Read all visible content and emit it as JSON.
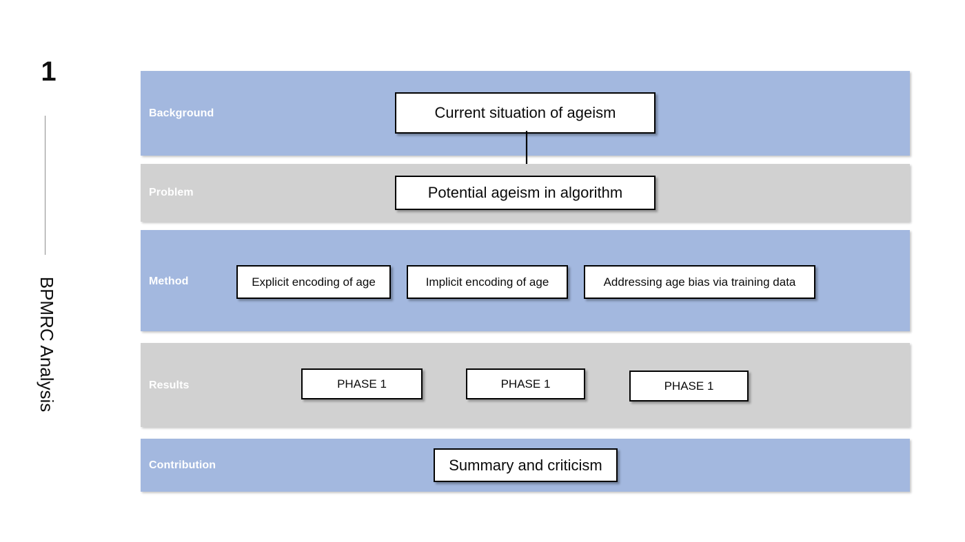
{
  "sidebar": {
    "slide_number": "1",
    "title": "BPMRC Analysis"
  },
  "colors": {
    "band_blue": "#a3b8df",
    "band_gray": "#d1d1d1",
    "box_border": "#000000",
    "box_fill": "#ffffff",
    "label_text": "#ffffff",
    "rail_line": "#8c8c8c"
  },
  "diagram_data": {
    "type": "flow-bands",
    "rows": [
      {
        "label": "Background",
        "fill": "blue",
        "boxes": [
          {
            "text": "Current situation of ageism"
          }
        ]
      },
      {
        "label": "Problem",
        "fill": "gray",
        "boxes": [
          {
            "text": "Potential ageism in algorithm"
          }
        ]
      },
      {
        "label": "Method",
        "fill": "blue",
        "boxes": [
          {
            "text": "Explicit encoding of age"
          },
          {
            "text": "Implicit encoding of age"
          },
          {
            "text": "Addressing age bias via training data"
          }
        ]
      },
      {
        "label": "Results",
        "fill": "gray",
        "boxes": [
          {
            "text": "PHASE 1"
          },
          {
            "text": "PHASE 1"
          },
          {
            "text": "PHASE 1"
          }
        ]
      },
      {
        "label": "Contribution",
        "fill": "blue",
        "boxes": [
          {
            "text": "Summary and criticism"
          }
        ]
      }
    ],
    "connectors": [
      {
        "from": "Current situation of ageism",
        "to": "Potential ageism in algorithm",
        "style": "down-arrow"
      }
    ]
  }
}
